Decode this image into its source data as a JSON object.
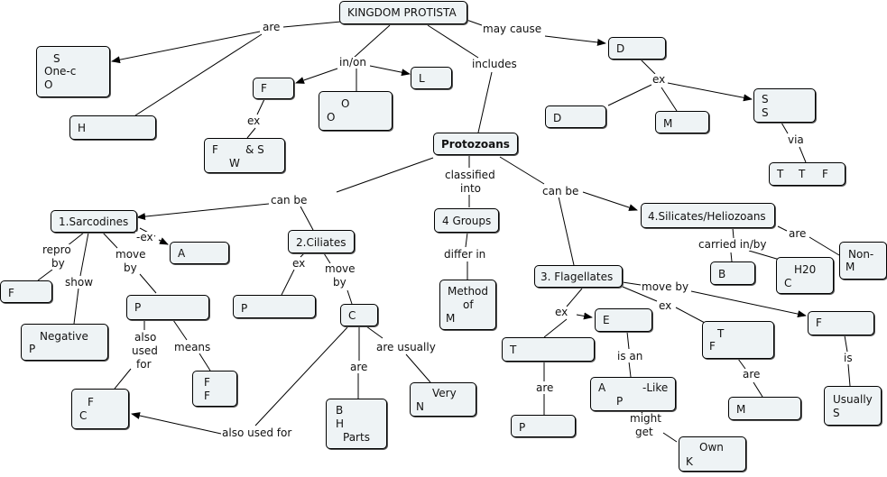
{
  "nodes": {
    "kingdom": "KINGDOM PROTISTA",
    "s_onec_o": {
      "l1": "S",
      "l2": "One-c",
      "l3": "O"
    },
    "h": "H",
    "f_top": "F",
    "o_o": {
      "l1": "O",
      "l2": "O"
    },
    "l": "L",
    "fw_s": {
      "l1": "F",
      "l2": "& S",
      "l3": "W"
    },
    "d_top": "D",
    "d_left": "D",
    "m_top": "M",
    "s_s": {
      "l1": "S",
      "l2": "S"
    },
    "ttf": {
      "l1": "T",
      "l2": "T",
      "l3": "F"
    },
    "protozoans": "Protozoans",
    "sarcodines": "1.Sarcodines",
    "a": "A",
    "f_left": "F",
    "negative_p": {
      "l1": "Negative",
      "l2": "P"
    },
    "p_move": "P",
    "f_c": {
      "l1": "F",
      "l2": "C"
    },
    "ff": {
      "l1": "F",
      "l2": "F"
    },
    "ciliates": "2.Ciliates",
    "p_cil": "P",
    "c_cil": "C",
    "bh_parts": {
      "l1": "B",
      "l2": "H",
      "l3": "Parts"
    },
    "very_n": {
      "l1": "Very",
      "l2": "N"
    },
    "four_groups": "4 Groups",
    "method": {
      "l1": "Method",
      "l2": "of",
      "l3": "M"
    },
    "flagellates": "3. Flagellates",
    "t_fla": "T",
    "p_fla": "P",
    "e_fla": "E",
    "a_p_like": {
      "l1": "A",
      "l2": "-Like",
      "l3": "P"
    },
    "own_k": {
      "l1": "Own",
      "l2": "K"
    },
    "t_f": {
      "l1": "T",
      "l2": "F"
    },
    "m_fla": "M",
    "f_fla": "F",
    "usually_s": {
      "l1": "Usually",
      "l2": "S"
    },
    "silicates": "4.Silicates/Heliozoans",
    "b_sil": "B",
    "h20_c": {
      "l1": "H20",
      "l2": "C"
    },
    "non_m": {
      "l1": "Non-",
      "l2": "M"
    }
  },
  "links": {
    "are_top": "are",
    "in_on": "in/on",
    "includes": "includes",
    "may_cause": "may cause",
    "ex_f": "ex",
    "ex_d": "ex",
    "via": "via",
    "classified_into": {
      "l1": "classified",
      "l2": "into"
    },
    "can_be_left": "can be",
    "can_be_right": "can be",
    "ex_sarc": "-ex",
    "repro_by": {
      "l1": "repro",
      "l2": "by"
    },
    "show": "show",
    "move_by_sarc": {
      "l1": "move",
      "l2": "by"
    },
    "also_used_for_1": {
      "l1": "also",
      "l2": "used",
      "l3": "for"
    },
    "means": "means",
    "ex_cil": "ex",
    "move_by_cil": {
      "l1": "move",
      "l2": "by"
    },
    "are_cil": "are",
    "are_usually": "are usually",
    "also_used_for_2": "also used for",
    "differ_in": "differ in",
    "ex_fla1": "ex",
    "ex_fla2": "ex",
    "are_fla1": "are",
    "is_an": "is an",
    "might_get": {
      "l1": "might",
      "l2": "get"
    },
    "are_fla2": "are",
    "move_by_fla": "move by",
    "is": "is",
    "carried_in_by": "carried in/by",
    "are_sil": "are"
  }
}
